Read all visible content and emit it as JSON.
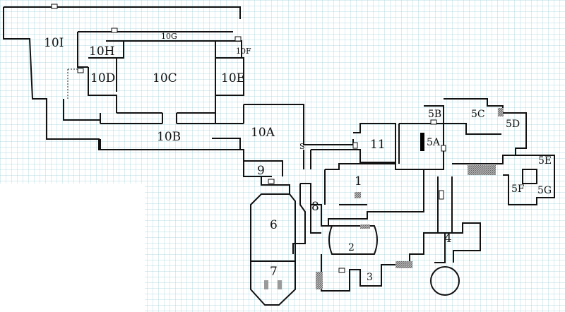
{
  "map": {
    "title": "",
    "colors": {
      "grid": "#9ccfd6",
      "walls": "#111111",
      "rubble": "#8a8a8a",
      "background": "#ffffff"
    },
    "rooms": [
      {
        "id": "10I",
        "label": "10I"
      },
      {
        "id": "10H",
        "label": "10H"
      },
      {
        "id": "10G",
        "label": "10G"
      },
      {
        "id": "10F",
        "label": "10F"
      },
      {
        "id": "10D",
        "label": "10D"
      },
      {
        "id": "10C",
        "label": "10C"
      },
      {
        "id": "10E",
        "label": "10E"
      },
      {
        "id": "10B",
        "label": "10B"
      },
      {
        "id": "10A",
        "label": "10A"
      },
      {
        "id": "11",
        "label": "11"
      },
      {
        "id": "9",
        "label": "9"
      },
      {
        "id": "8",
        "label": "8"
      },
      {
        "id": "S",
        "label": "S"
      },
      {
        "id": "1",
        "label": "1"
      },
      {
        "id": "2",
        "label": "2"
      },
      {
        "id": "3",
        "label": "3"
      },
      {
        "id": "4",
        "label": "4"
      },
      {
        "id": "6",
        "label": "6"
      },
      {
        "id": "7",
        "label": "7"
      },
      {
        "id": "5A",
        "label": "5A"
      },
      {
        "id": "5B",
        "label": "5B"
      },
      {
        "id": "5C",
        "label": "5C"
      },
      {
        "id": "5D",
        "label": "5D"
      },
      {
        "id": "5E",
        "label": "5E"
      },
      {
        "id": "5F",
        "label": "5F"
      },
      {
        "id": "5G",
        "label": "5G"
      }
    ]
  }
}
